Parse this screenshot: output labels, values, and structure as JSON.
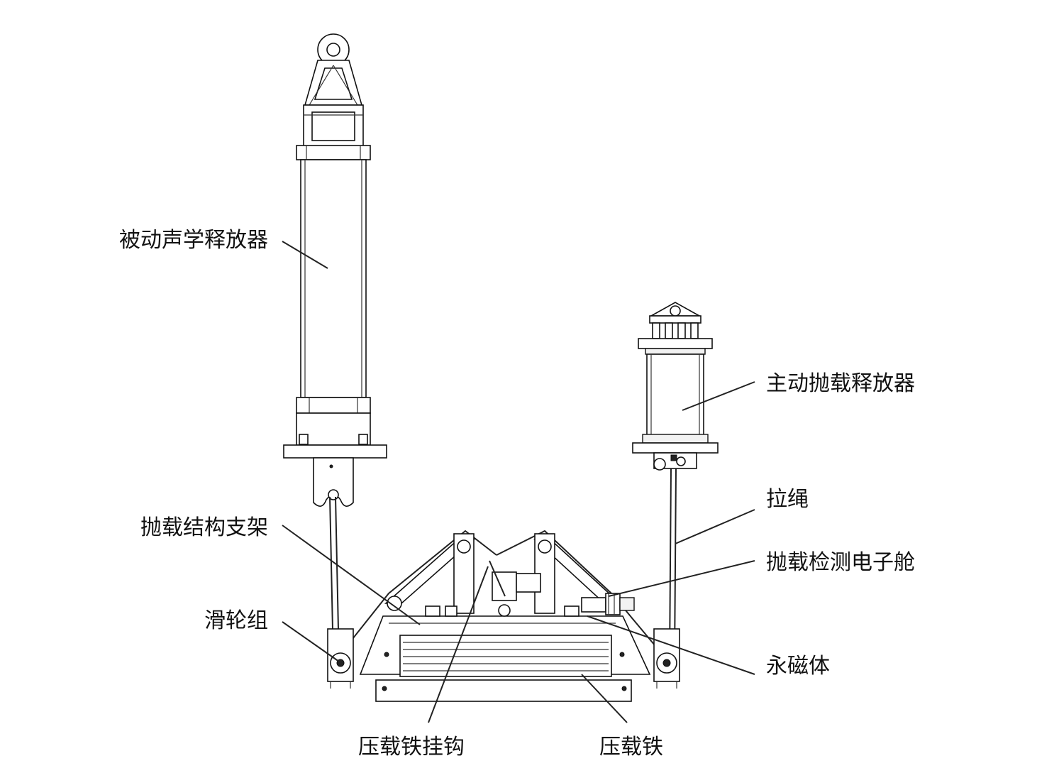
{
  "labels": {
    "passive_release": "被动声学释放器",
    "active_release": "主动抛载释放器",
    "rope": "拉绳",
    "frame": "抛载结构支架",
    "sensor_cabin": "抛载检测电子舱",
    "pulley": "滑轮组",
    "magnet": "永磁体",
    "ballast_hook": "压载铁挂钩",
    "ballast": "压载铁"
  }
}
